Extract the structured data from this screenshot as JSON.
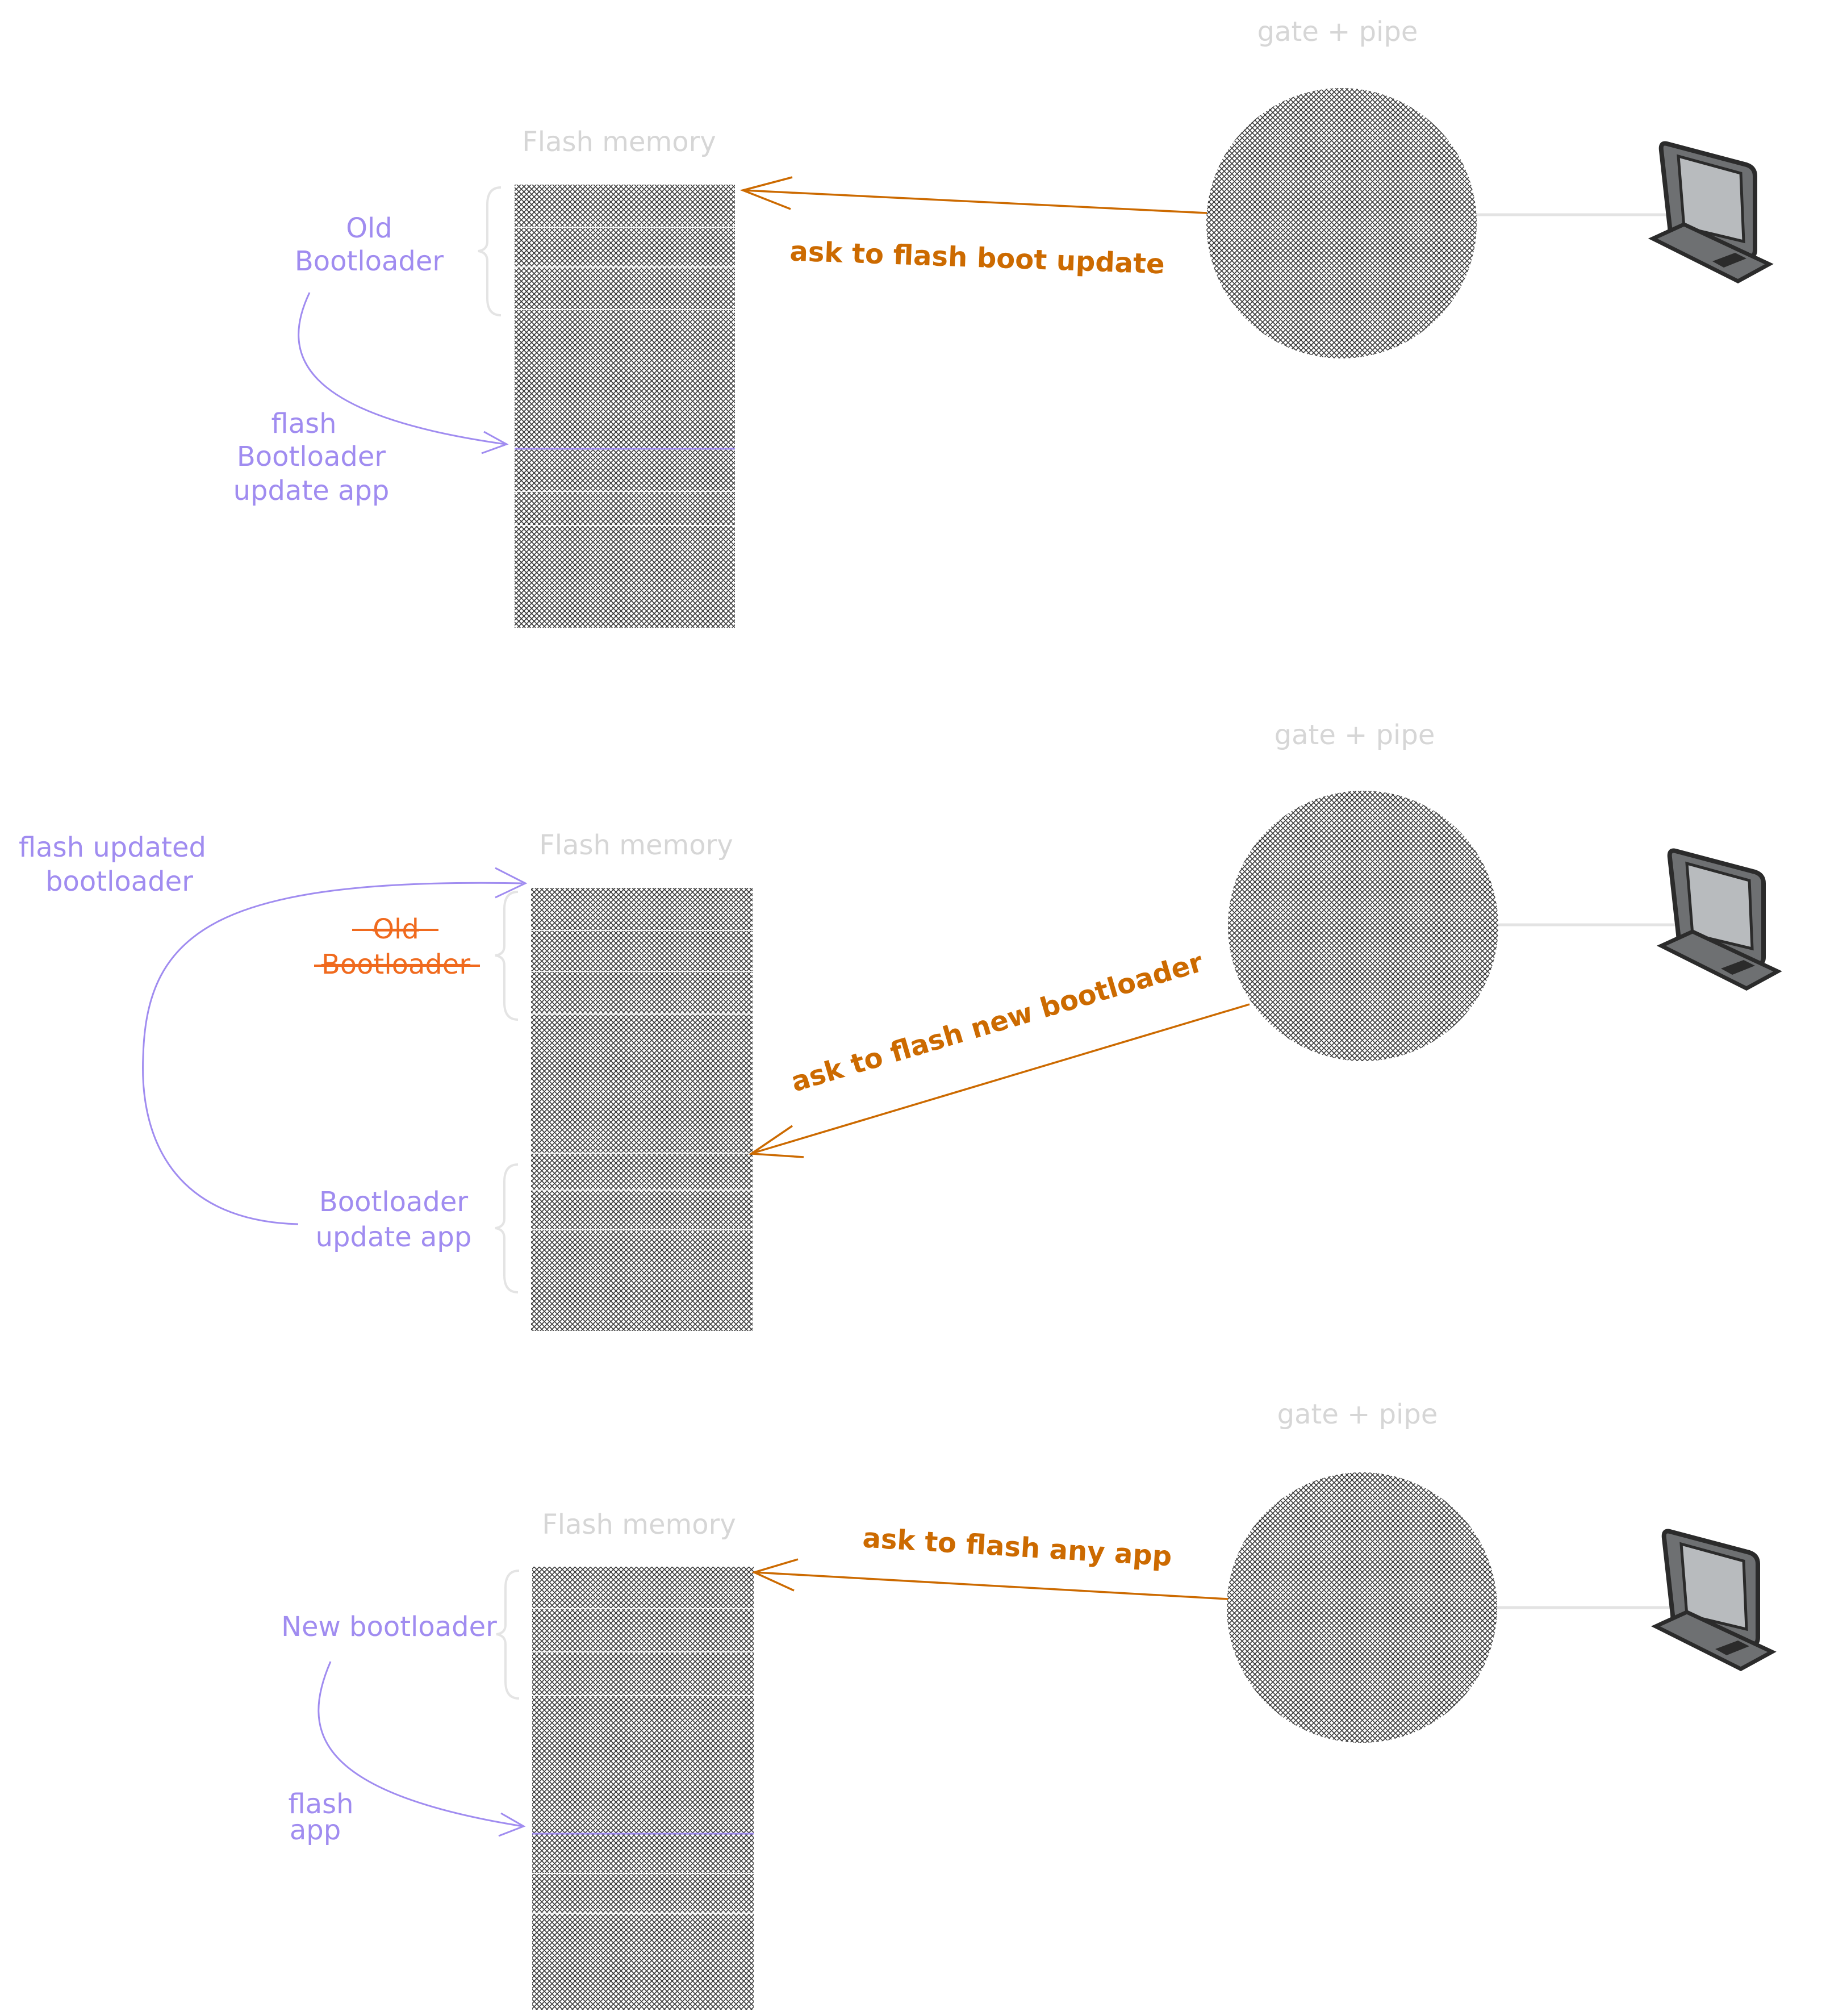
{
  "colors": {
    "purple": "#a08cf0",
    "orange": "#cc6a00",
    "strike": "#f06a1e",
    "faint_label": "#d6d6d6",
    "hatch": "#3a3a3a",
    "computer_body": "#6e7072",
    "computer_screen": "#b8bbbe",
    "computer_outline": "#2b2b2b"
  },
  "panels": [
    {
      "gate_label": "gate + pipe",
      "flash_label": "Flash memory",
      "arrow_label": "ask to flash boot update",
      "old_bootloader": [
        "Old",
        "Bootloader"
      ],
      "flash_app": [
        "flash",
        "Bootloader",
        "update app"
      ]
    },
    {
      "gate_label": "gate + pipe",
      "flash_label": "Flash memory",
      "arrow_label": "ask to flash new bootloader",
      "old_bootloader": [
        "Old",
        "Bootloader"
      ],
      "update_app": [
        "Bootloader",
        "update app"
      ],
      "flash_updated": [
        "flash updated",
        "bootloader"
      ]
    },
    {
      "gate_label": "gate + pipe",
      "flash_label": "Flash memory",
      "arrow_label": "ask to flash any app",
      "new_bootloader": "New bootloader",
      "flash_app": [
        "flash",
        "app"
      ]
    }
  ]
}
